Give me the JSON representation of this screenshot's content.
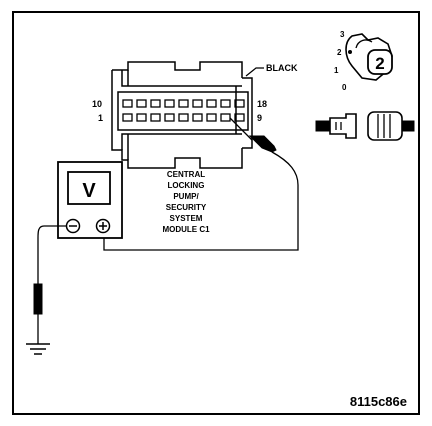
{
  "labels": {
    "wire_color": "BLACK",
    "pin_top_left": "10",
    "pin_bottom_left": "1",
    "pin_top_right": "18",
    "pin_bottom_right": "9",
    "module_line1": "CENTRAL",
    "module_line2": "LOCKING",
    "module_line3": "PUMP/",
    "module_line4": "SECURITY",
    "module_line5": "SYSTEM",
    "module_line6": "MODULE C1",
    "meter_display": "V",
    "meter_negative": "−",
    "meter_positive": "+",
    "key_pos_3": "3",
    "key_pos_2": "2",
    "key_pos_1": "1",
    "key_pos_0": "0",
    "key_callout": "2",
    "figure_id": "8115c86e"
  }
}
